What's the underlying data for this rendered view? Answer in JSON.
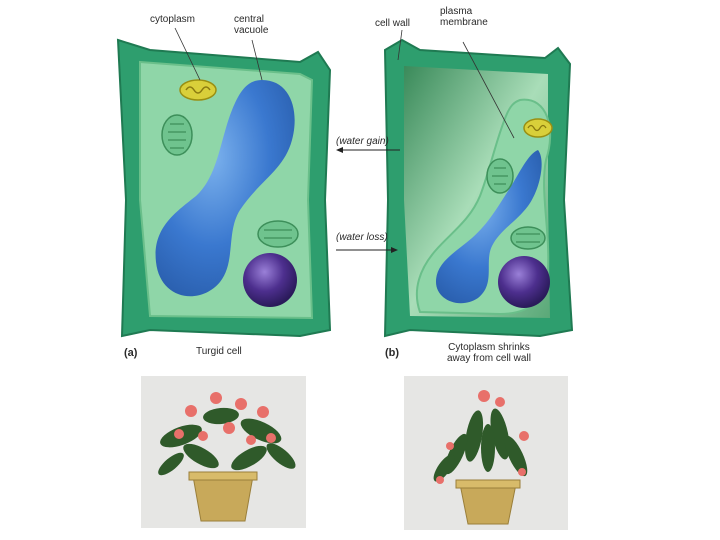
{
  "labels": {
    "cytoplasm": "cytoplasm",
    "central_vacuole": "central\nvacuole",
    "cell_wall": "cell wall",
    "plasma_membrane": "plasma\nmembrane",
    "water_gain": "(water gain)",
    "water_loss": "(water loss)",
    "panel_a": "(a)",
    "panel_a_caption": "Turgid cell",
    "panel_b": "(b)",
    "panel_b_caption": "Cytoplasm shrinks\naway from cell wall"
  },
  "colors": {
    "cell_wall": "#2e9e6e",
    "cytoplasm": "#8fd6a8",
    "vacuole": "#3f7fd0",
    "nucleus": "#4a2c8a",
    "pot": "#c8a95a",
    "flower": "#e8706a",
    "leaf": "#2f5a2a"
  }
}
